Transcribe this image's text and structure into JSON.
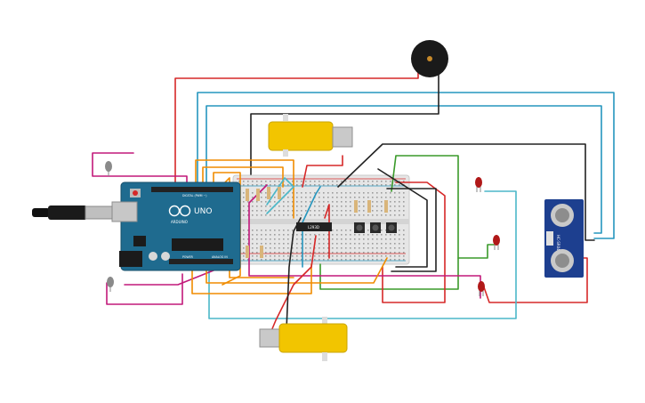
{
  "arduino": {
    "brand": "ARDUINO",
    "model": "UNO",
    "digital_label": "DIGITAL (PWM ~)",
    "analog_label": "ANALOG IN",
    "power_label": "POWER",
    "color": "#1f6b8f"
  },
  "driver_ic": {
    "label": "L293D",
    "color": "#222222"
  },
  "ultrasonic": {
    "label": "HC-SR04",
    "color": "#1d3f8f"
  },
  "buzzer": {
    "color": "#1a1a1a"
  },
  "motors": {
    "body_color": "#f2c500"
  },
  "leds": {
    "color": "#b01818"
  },
  "wire_colors": {
    "red": "#d62828",
    "black": "#222222",
    "orange": "#f08c00",
    "blue": "#2596be",
    "green": "#3a9a2a",
    "magenta": "#c2187a",
    "teal": "#4bb7c8"
  },
  "icons": [
    "arduino-board-icon",
    "usb-plug-icon",
    "breadboard-icon",
    "buzzer-icon",
    "ultrasonic-sensor-icon",
    "dc-motor-icon",
    "led-icon",
    "push-button-icon",
    "resistor-icon",
    "ic-chip-icon"
  ]
}
